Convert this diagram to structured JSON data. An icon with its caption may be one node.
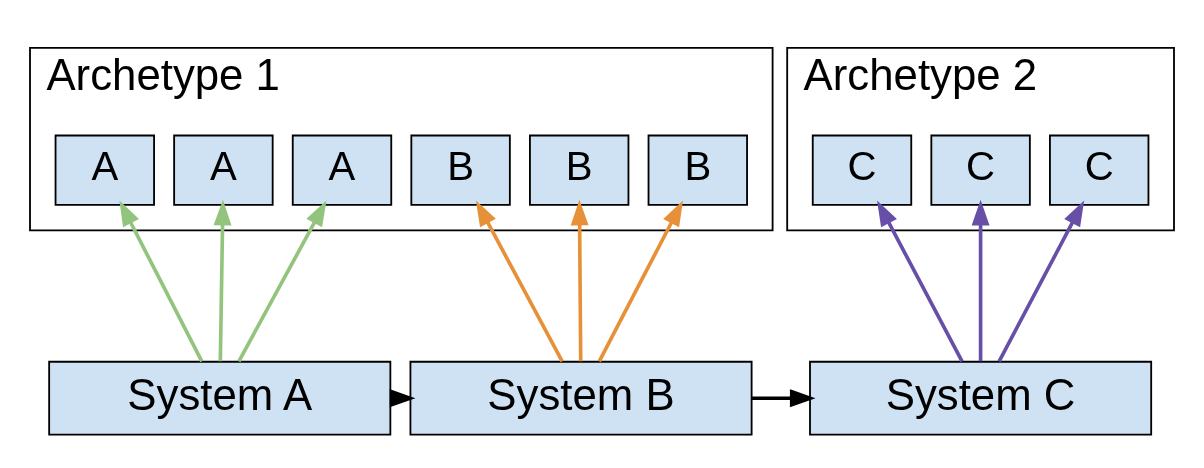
{
  "diagram": {
    "nodes": [
      {
        "text": [
          "Archetype 1"
        ]
      },
      {
        "text": [
          "A"
        ],
        "in": 0
      },
      {
        "text": [
          "B"
        ],
        "in": 0
      },
      {
        "text": [
          "A"
        ],
        "in": 0
      },
      {
        "text": [
          "B"
        ],
        "in": 0
      },
      {
        "text": [
          "A"
        ],
        "in": 0
      },
      {
        "text": [
          "B"
        ],
        "in": 0
      },
      {
        "text": [
          "Archetype 2"
        ]
      },
      {
        "text": [
          "C"
        ],
        "in": 7
      },
      {
        "text": [
          "C"
        ],
        "in": 7
      },
      {
        "text": [
          "C"
        ],
        "in": 7
      },
      {
        "text": [
          "System A"
        ]
      },
      {
        "text": [
          "System B"
        ]
      },
      {
        "text": [
          "System C"
        ]
      }
    ],
    "edges": [
      {
        "from": 11,
        "to": 1,
        "arrow": "to",
        "color": "#93c47d"
      },
      {
        "from": 11,
        "to": 3,
        "arrow": "to",
        "color": "#93c47d"
      },
      {
        "from": 11,
        "to": 5,
        "arrow": "to",
        "color": "#93c47d"
      },
      {
        "from": 12,
        "to": 2,
        "arrow": "to",
        "color": "#e69138"
      },
      {
        "from": 12,
        "to": 4,
        "arrow": "to",
        "color": "#e69138"
      },
      {
        "from": 12,
        "to": 6,
        "arrow": "to",
        "color": "#e69138"
      },
      {
        "from": 13,
        "to": 8,
        "arrow": "to",
        "color": "#674ea7"
      },
      {
        "from": 13,
        "to": 9,
        "arrow": "to",
        "color": "#674ea7"
      },
      {
        "from": 13,
        "to": 10,
        "arrow": "to",
        "color": "#674ea7"
      },
      {
        "from": 11,
        "to": 12,
        "arrow": "to",
        "color": "#000000"
      },
      {
        "from": 12,
        "to": 13,
        "arrow": "to",
        "color": "#000000"
      }
    ]
  }
}
